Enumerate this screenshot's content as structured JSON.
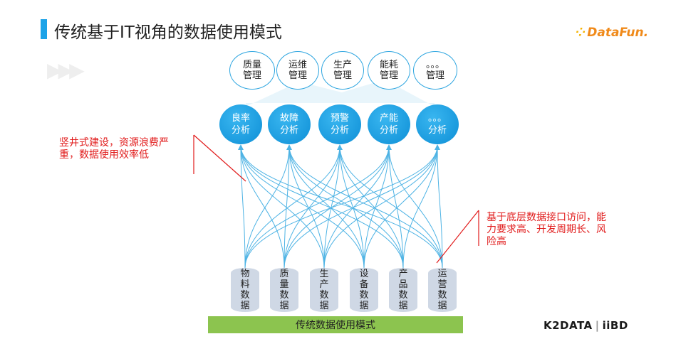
{
  "title": "传统基于IT视角的数据使用模式",
  "logo_top": "DataFun.",
  "management": [
    {
      "label": "质量管理"
    },
    {
      "label": "运维管理"
    },
    {
      "label": "生产管理"
    },
    {
      "label": "能耗管理"
    },
    {
      "label": "。。。管理"
    }
  ],
  "analysis": [
    {
      "label": "良率分析"
    },
    {
      "label": "故障分析"
    },
    {
      "label": "预警分析"
    },
    {
      "label": "产能分析"
    },
    {
      "label": "。。。分析"
    }
  ],
  "databases": [
    {
      "label": "物料数据"
    },
    {
      "label": "质量数据"
    },
    {
      "label": "生产数据"
    },
    {
      "label": "设备数据"
    },
    {
      "label": "产品数据"
    },
    {
      "label": "运营数据"
    }
  ],
  "base_label": "传统数据使用模式",
  "note_left": "竖井式建设，资源浪费严重，数据使用效率低",
  "note_right": "基于底层数据接口访问，能力要求高、开发周期长、风险高",
  "logo_bottom": {
    "k2data": "K2DATA",
    "iibd": "iiBD"
  },
  "colors": {
    "accent": "#1ca3e8",
    "line": "#2fa6e0",
    "note": "#e11b1b",
    "base": "#8cc44f"
  }
}
